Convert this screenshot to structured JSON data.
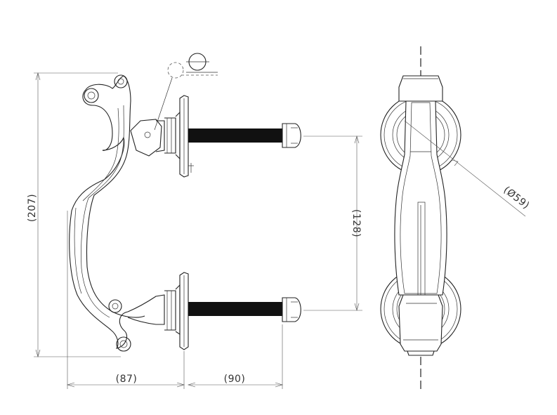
{
  "dimensions": {
    "overall_height": "(207)",
    "grip_projection": "(87)",
    "bolt_length": "(90)",
    "center_distance": "(128)",
    "rose_diameter": "(Ø59)"
  }
}
